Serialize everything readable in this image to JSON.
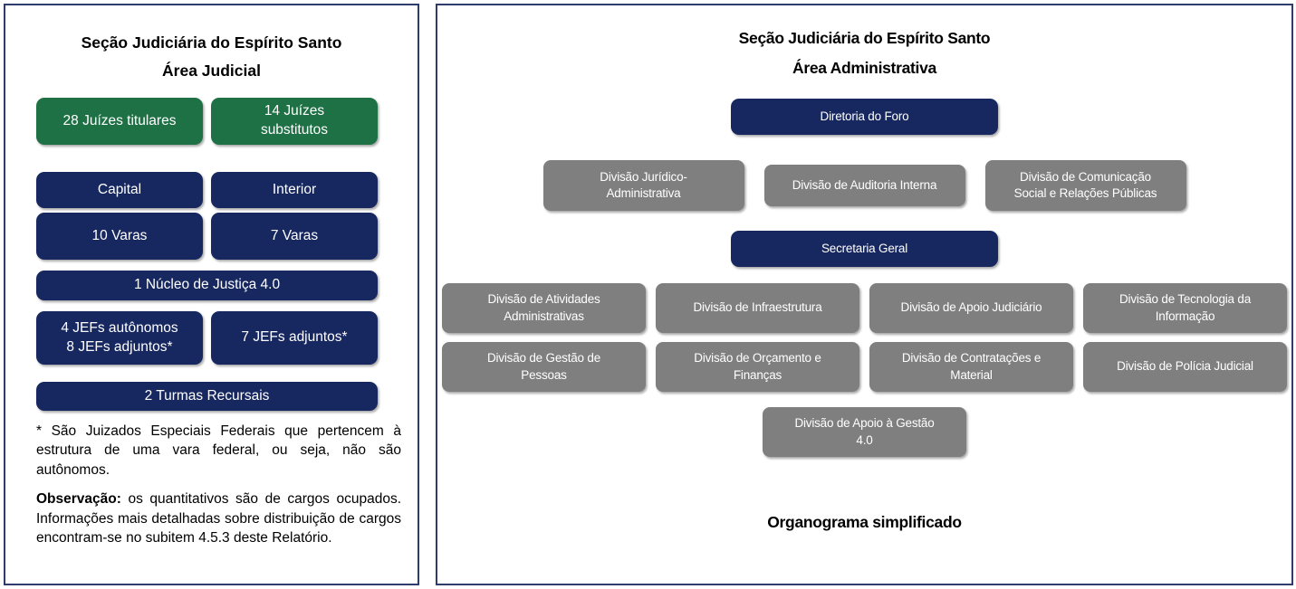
{
  "colors": {
    "navy": "#17275F",
    "green": "#1E7145",
    "gray": "#7F7F7F",
    "panel_border": "#2E3D6E"
  },
  "left_panel": {
    "title_line1": "Seção Judiciária do Espírito Santo",
    "title_line2": "Área Judicial",
    "boxes": {
      "titulares": "28 Juízes titulares",
      "substitutos": "14 Juízes\nsubstitutos",
      "capital": "Capital",
      "interior": "Interior",
      "varas_capital": "10 Varas",
      "varas_interior": "7 Varas",
      "nucleo": "1 Núcleo de Justiça 4.0",
      "jefs_capital": "4 JEFs autônomos\n8 JEFs adjuntos*",
      "jefs_interior": "7 JEFs adjuntos*",
      "turmas": "2 Turmas Recursais"
    },
    "footnote": "* São Juizados Especiais Federais que pertencem à estrutura de uma vara federal, ou seja, não são autônomos.",
    "observation_label": "Observação:",
    "observation_text": "os quantitativos são de cargos ocupados. Informações mais detalhadas sobre distribuição de cargos encontram-se no subitem 4.5.3 deste Relatório."
  },
  "right_panel": {
    "title_line1": "Seção Judiciária do Espírito Santo",
    "title_line2": "Área Administrativa",
    "diretoria": "Diretoria do Foro",
    "row2": [
      "Divisão Jurídico-\nAdministrativa",
      "Divisão de Auditoria Interna",
      "Divisão de Comunicação\nSocial e Relações Públicas"
    ],
    "secretaria": "Secretaria Geral",
    "row3": [
      "Divisão de Atividades\nAdministrativas",
      "Divisão de Infraestrutura",
      "Divisão de Apoio Judiciário",
      "Divisão de Tecnologia da\nInformação"
    ],
    "row4": [
      "Divisão de Gestão de\nPessoas",
      "Divisão de Orçamento e\nFinanças",
      "Divisão de Contratações e\nMaterial",
      "Divisão de Polícia Judicial"
    ],
    "apoio_gestao": "Divisão de Apoio à Gestão\n4.0",
    "caption": "Organograma simplificado"
  }
}
